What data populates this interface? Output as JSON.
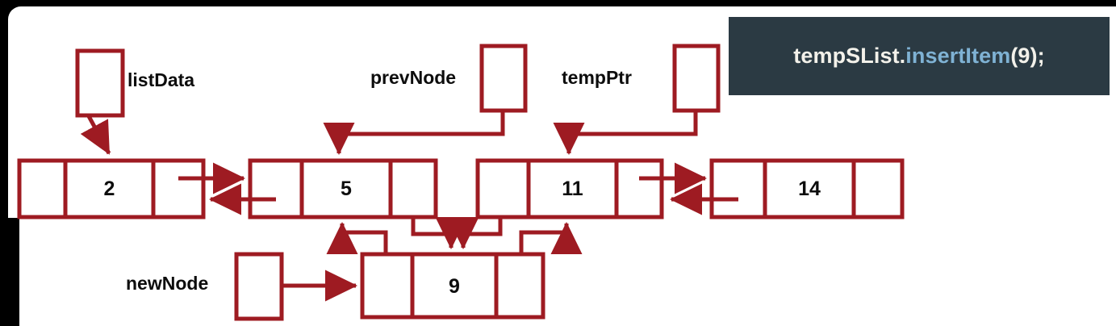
{
  "slide": {
    "background_color": "#ffffff",
    "outer_background_color": "#000000",
    "stroke_color": "#9e1b22",
    "text_color": "#0d0d0d"
  },
  "code_callout": {
    "background_color": "#2b3a43",
    "object_text": "tempSList.",
    "method_text": "insertItem",
    "args_text": "(9);",
    "object_color": "#f3f1ea",
    "method_color": "#7fb2d4",
    "full_text": "tempSList.insertItem(9);"
  },
  "pointers": [
    {
      "id": "listData",
      "label": "listData"
    },
    {
      "id": "prevNode",
      "label": "prevNode"
    },
    {
      "id": "tempPtr",
      "label": "tempPtr"
    },
    {
      "id": "newNode",
      "label": "newNode"
    }
  ],
  "linked_list": {
    "description": "doubly linked list node chain",
    "nodes": [
      {
        "id": "node-2",
        "value": "2"
      },
      {
        "id": "node-5",
        "value": "5"
      },
      {
        "id": "node-11",
        "value": "11"
      },
      {
        "id": "node-14",
        "value": "14"
      },
      {
        "id": "node-9",
        "value": "9"
      }
    ]
  }
}
